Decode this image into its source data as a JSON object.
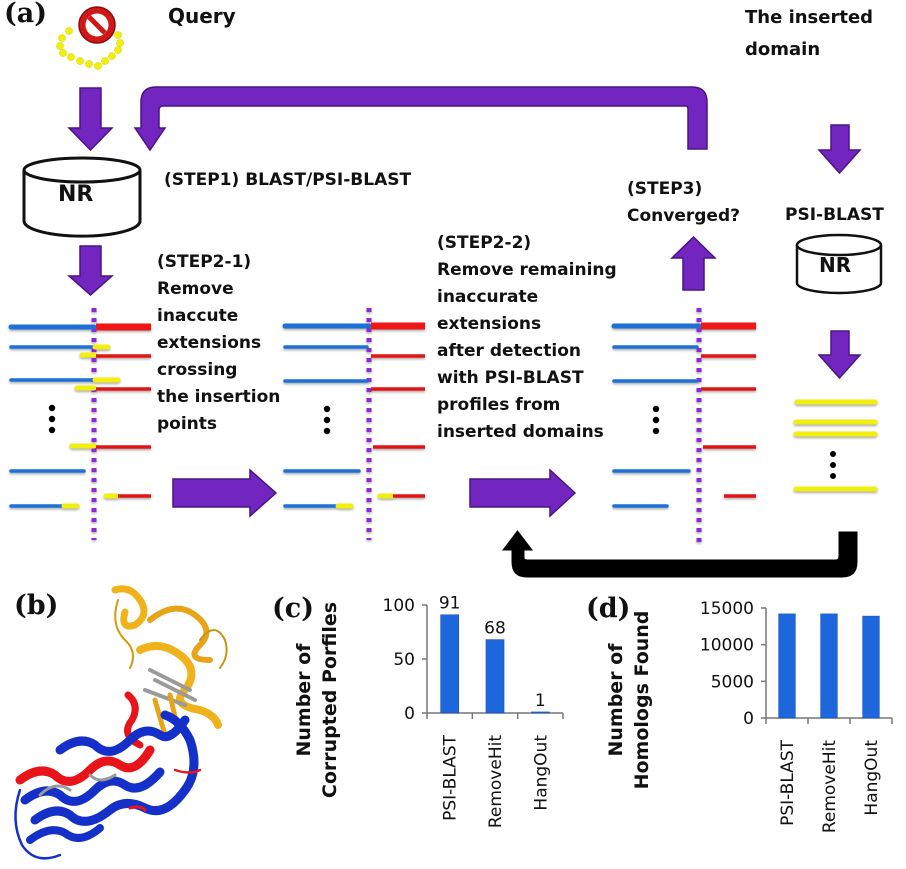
{
  "panel_labels": {
    "a": "(a)",
    "b": "(b)",
    "c": "(c)",
    "d": "(d)"
  },
  "colors": {
    "arrow_purple": "#7325C0",
    "arrow_purple_border": "#4A1482",
    "loop_arrow_black": "#000000",
    "query_left_blue": "#1E6FD6",
    "query_right_red": "#F01818",
    "inserted_domain_yellow": "#F2EE0A",
    "insertion_point_dots": "#8B2BD6",
    "bar_blue": "#1E66DC"
  },
  "diagram": {
    "query_label": "Query",
    "query_icon": "no-symbol-icon",
    "database_label": "NR",
    "step1": "(STEP1) BLAST/PSI-BLAST",
    "step2_1": [
      "(STEP2-1)",
      "Remove",
      "inaccute",
      "extensions",
      "crossing",
      "the insertion",
      "points"
    ],
    "step2_2": [
      "(STEP2-2)",
      "Remove remaining",
      "inaccurate",
      "extensions",
      "after detection",
      "with PSI-BLAST",
      "profiles from",
      "inserted domains"
    ],
    "step3": [
      "(STEP3)",
      "Converged?"
    ],
    "inserted_domain_label": [
      "The inserted",
      "domain"
    ],
    "psiblast_label": "PSI-BLAST",
    "psiblast_db_label": "NR",
    "ellipsis": "⋮"
  },
  "structure_image": {
    "description": "protein cartoon: blue/red helical bundle with yellow-orange inserted domain",
    "colors": [
      "#1530C8",
      "#E8141A",
      "#F0B21A",
      "#9A9A9A"
    ]
  },
  "chart_data": [
    {
      "panel": "(c)",
      "type": "bar",
      "title": "",
      "ylabel": [
        "Number of",
        "Corrupted Porfiles"
      ],
      "xlabel": "",
      "categories": [
        "PSI-BLAST",
        "RemoveHit",
        "HangOut"
      ],
      "values": [
        91,
        68,
        1
      ],
      "data_labels": [
        "91",
        "68",
        "1"
      ],
      "ylim": [
        0,
        100
      ],
      "yticks": [
        0,
        50,
        100
      ],
      "ytick_labels": [
        "0",
        "50",
        "100"
      ],
      "grid": false,
      "legend": "none"
    },
    {
      "panel": "(d)",
      "type": "bar",
      "title": "",
      "ylabel": [
        "Number of",
        "Homologs Found"
      ],
      "xlabel": "",
      "categories": [
        "PSI-BLAST",
        "RemoveHit",
        "HangOut"
      ],
      "values": [
        14200,
        14200,
        13900
      ],
      "ylim": [
        0,
        15000
      ],
      "yticks": [
        0,
        5000,
        10000,
        15000
      ],
      "ytick_labels": [
        "0",
        "5000",
        "10000",
        "15000"
      ],
      "grid": false,
      "legend": "none"
    }
  ]
}
